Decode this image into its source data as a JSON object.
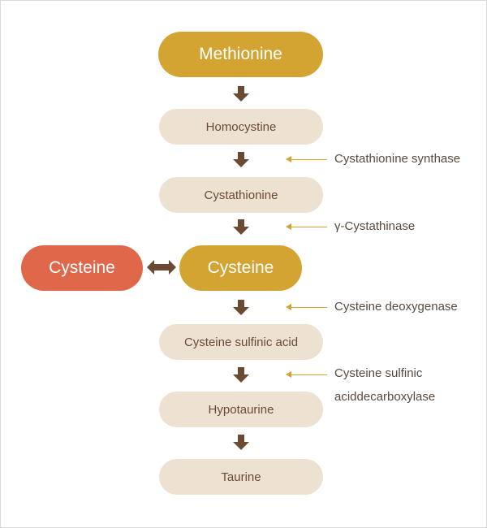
{
  "pathway": {
    "methionine": "Methionine",
    "homocystine": "Homocystine",
    "cystathionine": "Cystathionine",
    "cysteine_left": "Cysteine",
    "cysteine_main": "Cysteine",
    "cysteine_sulfinic_acid": "Cysteine sulfinic acid",
    "hypotaurine": "Hypotaurine",
    "taurine": "Taurine"
  },
  "enzymes": {
    "cystathionine_synthase": "Cystathionine synthase",
    "gamma_cystathinase": "γ-Cystathinase",
    "cysteine_deoxygenase": "Cysteine deoxygenase",
    "csad_line1": "Cysteine sulfinic",
    "csad_line2": "aciddecarboxylase"
  },
  "colors": {
    "gold": "#d4a432",
    "orange": "#e0684a",
    "beige": "#ede2d1",
    "arrow_brown": "#6b4a33"
  }
}
